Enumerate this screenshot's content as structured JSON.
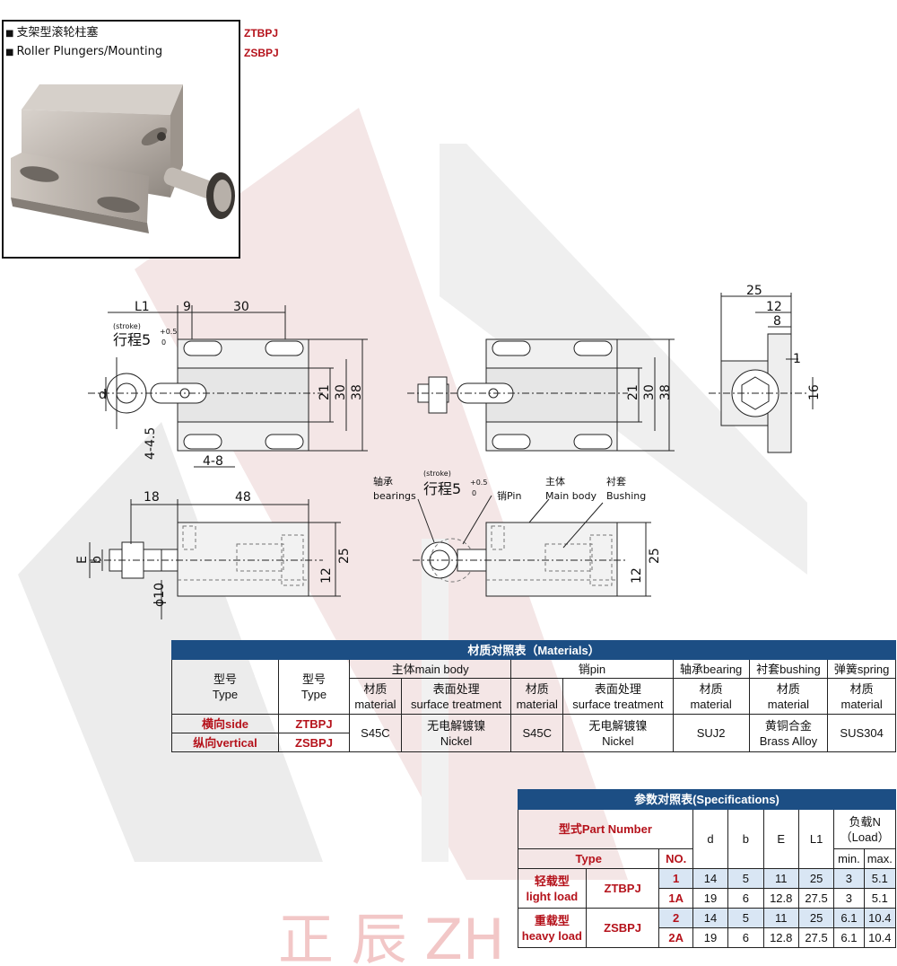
{
  "header": {
    "line1": "支架型滚轮柱塞",
    "line2": "Roller Plungers/Mounting",
    "code1": "ZTBPJ",
    "code2": "ZSBPJ",
    "marker": "■"
  },
  "watermark": {
    "text": "正 辰  ZH",
    "color": "#f2c7c7"
  },
  "drawings": {
    "top_left": {
      "L1": "L1",
      "dim9": "9",
      "dim30": "30",
      "stroke_small": "(stroke)",
      "stroke": "行程5",
      "tol_up": "+0.5",
      "tol_lo": "0",
      "d": "d",
      "dim21": "21",
      "dim30v": "30",
      "dim38": "38",
      "dim45": "4-4.5",
      "dim48": "4-8"
    },
    "top_mid": {
      "dim21": "21",
      "dim30": "30",
      "dim38": "38"
    },
    "top_right": {
      "dim25": "25",
      "dim12": "12",
      "dim8": "8",
      "dim1": "1",
      "dim16": "16"
    },
    "bottom_left": {
      "dim18": "18",
      "dim48": "48",
      "E": "E",
      "b": "b",
      "phi10": "ϕ10",
      "dim25": "25",
      "dim12": "12"
    },
    "bottom_mid": {
      "bearings_cn": "轴承",
      "bearings_en": "bearings",
      "stroke_small": "(stroke)",
      "stroke": "行程5",
      "tol_up": "+0.5",
      "tol_lo": "0",
      "pin": "销Pin",
      "main_cn": "主体",
      "main_en": "Main body",
      "bush_cn": "衬套",
      "bush_en": "Bushing",
      "dim25": "25",
      "dim12": "12"
    }
  },
  "materials": {
    "title": "材质对照表（Materials）",
    "col_type1": [
      "型号",
      "Type"
    ],
    "col_type2": [
      "型号",
      "Type"
    ],
    "groups": [
      "主体main body",
      "销pin",
      "轴承bearing",
      "衬套bushing",
      "弹簧spring"
    ],
    "sub_material": [
      "材质",
      "material"
    ],
    "sub_surface": [
      "表面处理",
      "surface treatment"
    ],
    "rows": [
      {
        "dir": "横向side",
        "code": "ZTBPJ"
      },
      {
        "dir": "纵向vertical",
        "code": "ZSBPJ"
      }
    ],
    "values": {
      "main_mat": "S45C",
      "main_surf": [
        "无电解镀镍",
        "Nickel"
      ],
      "pin_mat": "S45C",
      "pin_surf": [
        "无电解镀镍",
        "Nickel"
      ],
      "bearing": "SUJ2",
      "bushing": [
        "黄铜合金",
        "Brass Alloy"
      ],
      "spring": "SUS304"
    }
  },
  "specs": {
    "title": "参数对照表(Specifications)",
    "part_number": "型式Part Number",
    "type": "Type",
    "no": "NO.",
    "cols": [
      "d",
      "b",
      "E",
      "L1"
    ],
    "load": [
      "负载N",
      "（Load）"
    ],
    "load_min": "min.",
    "load_max": "max.",
    "groups": [
      {
        "cn": "轻载型",
        "en": "light load",
        "code": "ZTBPJ",
        "rows": [
          {
            "no": "1",
            "d": "14",
            "b": "5",
            "E": "11",
            "L1": "25",
            "min": "3",
            "max": "5.1"
          },
          {
            "no": "1A",
            "d": "19",
            "b": "6",
            "E": "12.8",
            "L1": "27.5",
            "min": "3",
            "max": "5.1"
          }
        ]
      },
      {
        "cn": "重载型",
        "en": "heavy load",
        "code": "ZSBPJ",
        "rows": [
          {
            "no": "2",
            "d": "14",
            "b": "5",
            "E": "11",
            "L1": "25",
            "min": "6.1",
            "max": "10.4"
          },
          {
            "no": "2A",
            "d": "19",
            "b": "6",
            "E": "12.8",
            "L1": "27.5",
            "min": "6.1",
            "max": "10.4"
          }
        ]
      }
    ]
  }
}
